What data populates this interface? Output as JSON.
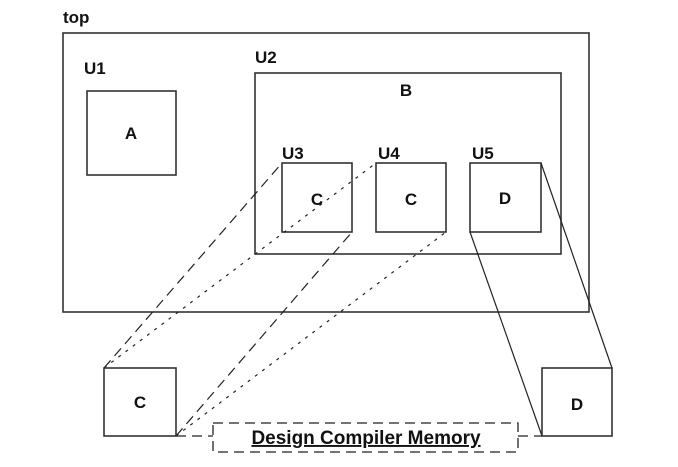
{
  "title": "top",
  "instances": {
    "u1": {
      "instance": "U1",
      "module": "A"
    },
    "u2": {
      "instance": "U2",
      "module": "B"
    },
    "u3": {
      "instance": "U3",
      "module": "C"
    },
    "u4": {
      "instance": "U4",
      "module": "C"
    },
    "u5": {
      "instance": "U5",
      "module": "D"
    }
  },
  "memory": {
    "label": "Design Compiler Memory",
    "modules": [
      {
        "name": "C",
        "referenced_by": [
          "U3",
          "U4"
        ]
      },
      {
        "name": "D",
        "referenced_by": [
          "U5"
        ]
      }
    ]
  },
  "legend": {
    "U3_link_style": "dashed",
    "U4_link_style": "dotted",
    "U5_link_style": "solid"
  }
}
